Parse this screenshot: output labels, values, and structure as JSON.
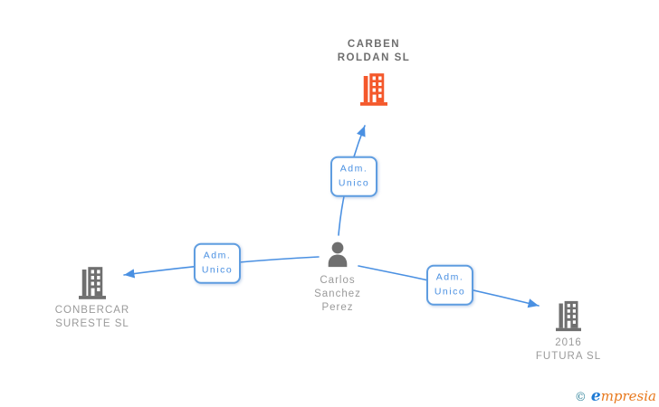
{
  "colors": {
    "edge_blue": "#4a90e2",
    "label_border_blue": "#5f9de0",
    "highlight_orange": "#f4582b",
    "icon_gray": "#6f6f6f",
    "text_gray": "#9a9a9a",
    "highlight_text_gray": "#6e6e6e"
  },
  "nodes": {
    "carben": {
      "name": "CARBEN ROLDAN SL",
      "type": "company"
    },
    "conbercar": {
      "name": "CONBERCAR SURESTE SL",
      "type": "company"
    },
    "futura": {
      "name": "2016 FUTURA SL",
      "type": "company"
    },
    "person": {
      "name": "Carlos Sanchez Perez",
      "type": "person"
    }
  },
  "edges": [
    {
      "from": "Carlos Sanchez Perez",
      "to": "CARBEN ROLDAN SL",
      "label": "Adm. Unico"
    },
    {
      "from": "Carlos Sanchez Perez",
      "to": "CONBERCAR SURESTE SL",
      "label": "Adm. Unico"
    },
    {
      "from": "Carlos Sanchez Perez",
      "to": "2016 FUTURA SL",
      "label": "Adm. Unico"
    }
  ],
  "watermark": {
    "copyright_symbol": "©",
    "brand_initial": "e",
    "brand_rest": "mpresia"
  }
}
